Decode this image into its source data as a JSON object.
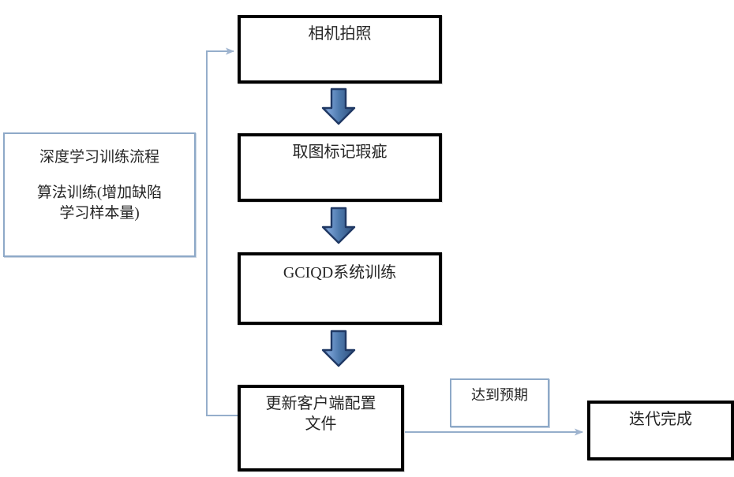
{
  "diagram": {
    "title": "深度学习训练流程",
    "type": "flowchart",
    "nodes": [
      {
        "id": "panel-note",
        "name": "deep-learning-note-panel",
        "heading": "深度学习训练流程",
        "body": "算法训练(增加缺陷\n学习样本量)",
        "style": "thin-blue-border"
      },
      {
        "id": "node-camera",
        "name": "process-camera-capture",
        "label": "相机拍照",
        "style": "heavy-black-border"
      },
      {
        "id": "node-mark",
        "name": "process-mark-defects",
        "label": "取图标记瑕疵",
        "style": "heavy-black-border"
      },
      {
        "id": "node-train",
        "name": "process-gciqd-training",
        "label": "GCIQD系统训练",
        "style": "heavy-black-border"
      },
      {
        "id": "node-update",
        "name": "process-update-client-config",
        "label": "更新客户端配置\n文件",
        "style": "heavy-black-border"
      },
      {
        "id": "node-expect",
        "name": "condition-meets-expectation",
        "label": "达到预期",
        "style": "thin-blue-border"
      },
      {
        "id": "node-done",
        "name": "terminal-iteration-complete",
        "label": "迭代完成",
        "style": "heavy-black-border"
      }
    ],
    "edges": [
      {
        "name": "arrow-camera-to-mark",
        "from": "node-camera",
        "to": "node-mark",
        "kind": "block-arrow",
        "direction": "down"
      },
      {
        "name": "arrow-mark-to-train",
        "from": "node-mark",
        "to": "node-train",
        "kind": "block-arrow",
        "direction": "down"
      },
      {
        "name": "arrow-train-to-update",
        "from": "node-train",
        "to": "node-update",
        "kind": "block-arrow",
        "direction": "down"
      },
      {
        "name": "arrow-update-to-done",
        "from": "node-update",
        "to": "node-done",
        "kind": "line-arrow",
        "direction": "right",
        "condition": "达到预期"
      },
      {
        "name": "feedback-update-to-camera",
        "from": "node-update",
        "to": "node-camera",
        "kind": "line-arrow",
        "direction": "loop-left-up"
      }
    ],
    "colors": {
      "arrow_fill_light": "#6e9ad4",
      "arrow_fill_dark": "#2b4a72",
      "arrow_outline": "#1f3864",
      "thin_border": "#8ea9c8",
      "connector_line": "#95aecb",
      "heavy_border": "#000000",
      "text": "#262626",
      "background": "#ffffff"
    }
  }
}
